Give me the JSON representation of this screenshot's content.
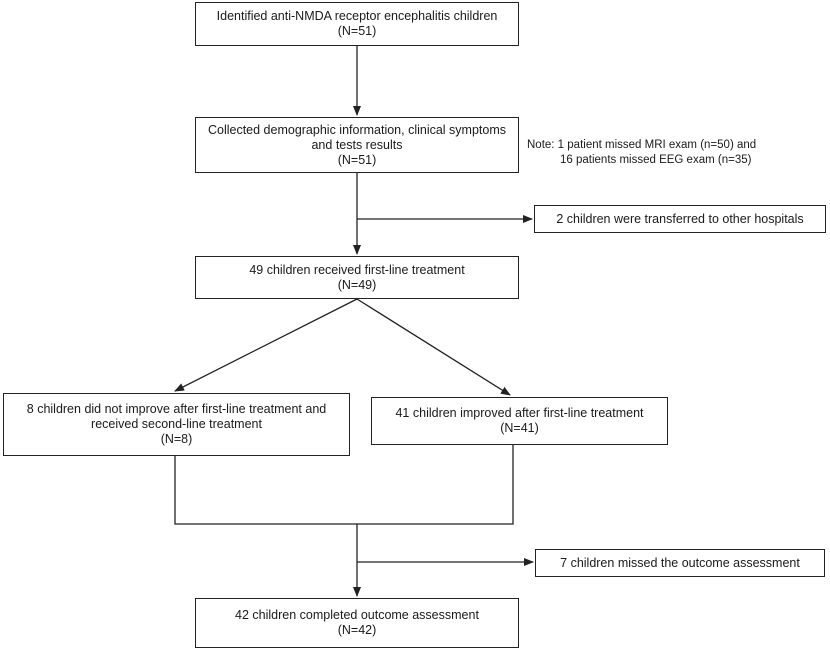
{
  "boxes": {
    "identified": {
      "line1": "Identified anti-NMDA receptor encephalitis children",
      "line2": "(N=51)"
    },
    "collected": {
      "line1": "Collected demographic information, clinical symptoms",
      "line2": "and tests results",
      "line3": "(N=51)"
    },
    "first_line": {
      "line1": "49 children received first-line treatment",
      "line2": "(N=49)"
    },
    "not_improved": {
      "line1": "8 children did not improve after first-line treatment and",
      "line2": "received second-line treatment",
      "line3": "(N=8)"
    },
    "improved": {
      "line1": "41 children improved after first-line treatment",
      "line2": "(N=41)"
    },
    "completed": {
      "line1": "42 children completed outcome assessment",
      "line2": "(N=42)"
    }
  },
  "side_boxes": {
    "transferred": "2 children were transferred to other hospitals",
    "missed": "7 children missed the outcome assessment"
  },
  "note": {
    "line1": "Note: 1 patient missed MRI exam  (n=50) and",
    "line2": "16 patients missed EEG exam  (n=35)"
  }
}
